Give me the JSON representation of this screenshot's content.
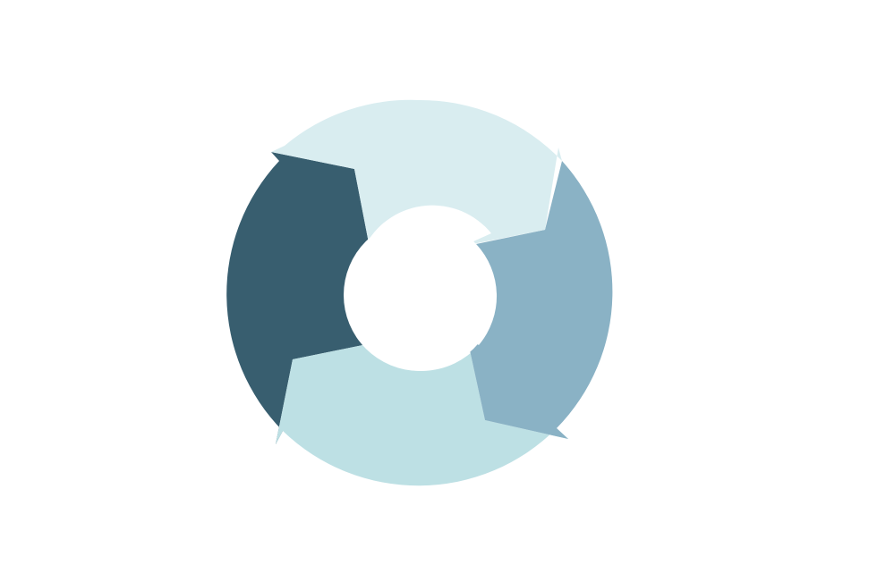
{
  "diagram": {
    "type": "cycle",
    "direction": "clockwise",
    "background_color": "#ffffff",
    "segments": [
      {
        "id": "top",
        "color": "#d9edf0"
      },
      {
        "id": "right",
        "color": "#8ab2c5"
      },
      {
        "id": "bottom",
        "color": "#bde0e4"
      },
      {
        "id": "left",
        "color": "#385e6f"
      }
    ]
  }
}
